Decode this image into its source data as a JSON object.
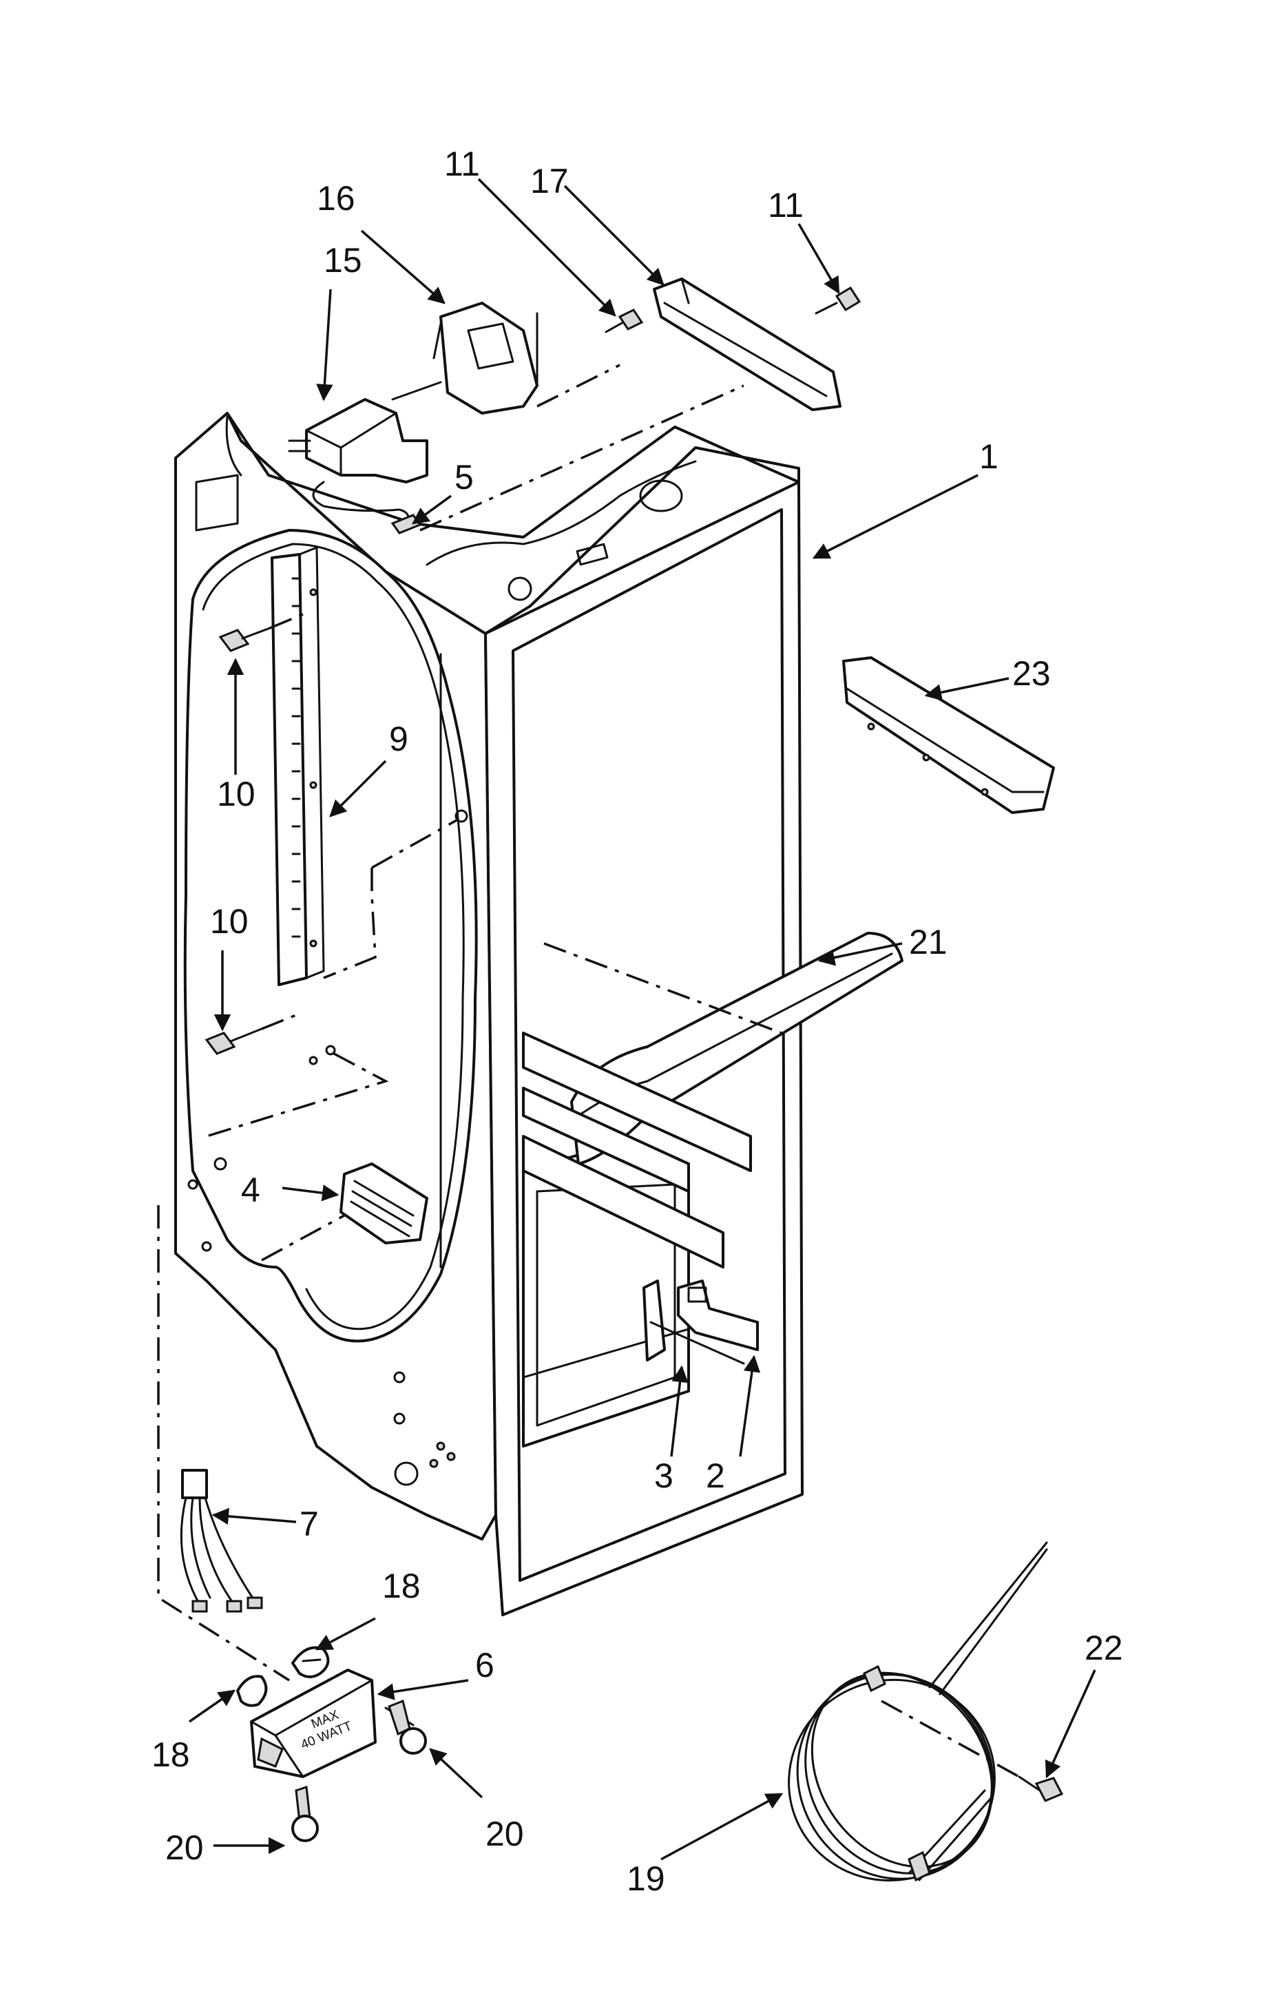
{
  "diagram": {
    "callouts": [
      {
        "id": "c1",
        "label": "1"
      },
      {
        "id": "c2",
        "label": "2"
      },
      {
        "id": "c3",
        "label": "3"
      },
      {
        "id": "c4",
        "label": "4"
      },
      {
        "id": "c5",
        "label": "5"
      },
      {
        "id": "c6",
        "label": "6"
      },
      {
        "id": "c7",
        "label": "7"
      },
      {
        "id": "c9",
        "label": "9"
      },
      {
        "id": "c10a",
        "label": "10"
      },
      {
        "id": "c10b",
        "label": "10"
      },
      {
        "id": "c11a",
        "label": "11"
      },
      {
        "id": "c11b",
        "label": "11"
      },
      {
        "id": "c15",
        "label": "15"
      },
      {
        "id": "c16",
        "label": "16"
      },
      {
        "id": "c17",
        "label": "17"
      },
      {
        "id": "c18a",
        "label": "18"
      },
      {
        "id": "c18b",
        "label": "18"
      },
      {
        "id": "c19",
        "label": "19"
      },
      {
        "id": "c20a",
        "label": "20"
      },
      {
        "id": "c20b",
        "label": "20"
      },
      {
        "id": "c21",
        "label": "21"
      },
      {
        "id": "c22",
        "label": "22"
      },
      {
        "id": "c23",
        "label": "23"
      }
    ],
    "light_housing_marking": [
      "MAX",
      "40 WATT"
    ]
  }
}
